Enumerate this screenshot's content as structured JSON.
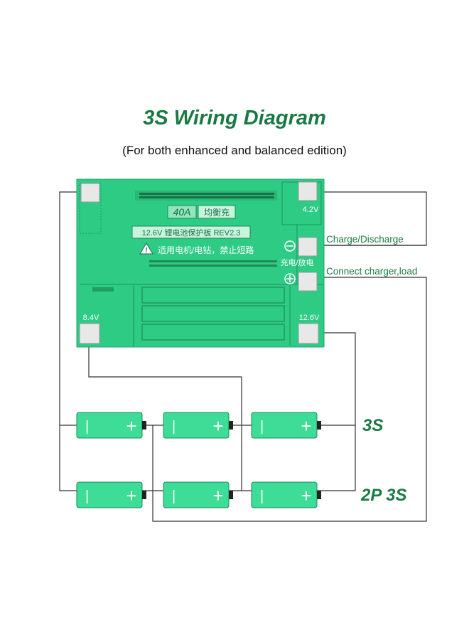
{
  "title": "3S Wiring Diagram",
  "subtitle": "(For both enhanced and balanced edition)",
  "board": {
    "current_label": "40A",
    "balance_label": "均衡充",
    "model_label": "12.6V 锂电池保护板 REV2.3",
    "warning_label": "适用电机/电钻，禁止短路",
    "charge_discharge_label": "充电/放电",
    "pad_4_2v": "4.2V",
    "pad_8_4v": "8.4V",
    "pad_12_6v": "12.6V",
    "minus_symbol": "−",
    "plus_symbol": "+",
    "warning_symbol": "!"
  },
  "labels": {
    "charge_discharge": "Charge/Discharge",
    "connect_charger": "Connect charger,load"
  },
  "configs": {
    "config_3s": "3S",
    "config_2p3s": "2P 3S"
  },
  "battery": {
    "minus_symbol": "|",
    "plus_symbol": "+"
  },
  "colors": {
    "title": "#1a7a43",
    "board": "#2ecb85",
    "battery": "#3ddc97",
    "wire": "#333333"
  }
}
